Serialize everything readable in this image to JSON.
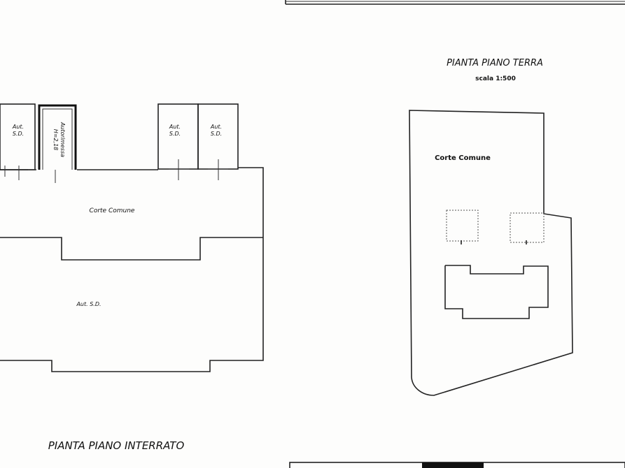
{
  "plan_interrato": {
    "title": "PIANTA PIANO INTERRATO",
    "rooms": {
      "left_top": "Aut.\nS.D.",
      "autorimessa": "Autorimessa",
      "autorimessa_height": "H=2,18",
      "right_a": "Aut.\nS.D.",
      "right_b": "Aut.\nS.D.",
      "corte": "Corte Comune",
      "lower": "Aut. S.D."
    }
  },
  "plan_terra": {
    "title": "PIANTA PIANO TERRA",
    "scale": "scala 1:500",
    "corte": "Corte Comune",
    "markers": [
      "I",
      "I"
    ]
  },
  "colors": {
    "ink": "#222222",
    "paper": "#fdfdfc"
  }
}
